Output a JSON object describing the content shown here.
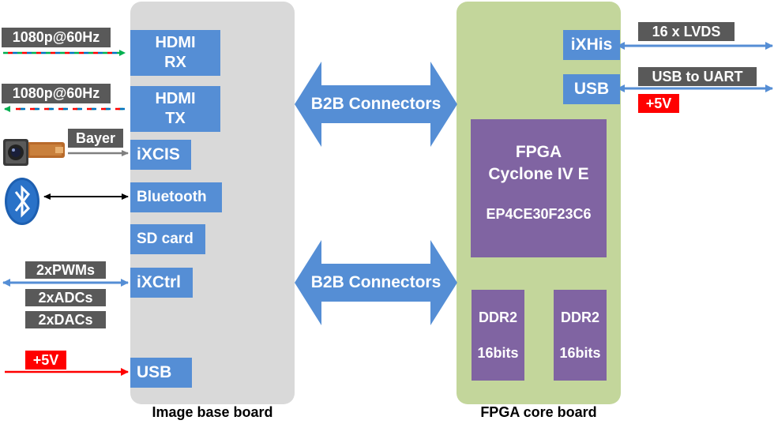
{
  "boards": {
    "base_label": "Image base board",
    "core_label": "FPGA core board"
  },
  "base_blocks": {
    "hdmi_rx_line1": "HDMI",
    "hdmi_rx_line2": "RX",
    "hdmi_tx_line1": "HDMI",
    "hdmi_tx_line2": "TX",
    "ixcis": "iXCIS",
    "bluetooth": "Bluetooth",
    "sd_card": "SD card",
    "ixctrl": "iXCtrl",
    "usb": "USB"
  },
  "core_blocks": {
    "ixhis": "iXHis",
    "usb": "USB",
    "fpga_line1": "FPGA",
    "fpga_line2": "Cyclone IV E",
    "fpga_part": "EP4CE30F23C6",
    "ddr2_a_line1": "DDR2",
    "ddr2_a_line2": "16bits",
    "ddr2_b_line1": "DDR2",
    "ddr2_b_line2": "16bits"
  },
  "connectors": {
    "top": "B2B Connectors",
    "bottom": "B2B Connectors"
  },
  "signal_tags": {
    "hdmi_in": "1080p@60Hz",
    "hdmi_out": "1080p@60Hz",
    "bayer": "Bayer",
    "pwms": "2xPWMs",
    "adcs": "2xADCs",
    "dacs": "2xDACs",
    "power_in": "+5V",
    "lvds": "16 x LVDS",
    "usb_uart": "USB to UART",
    "power_out": "+5V"
  },
  "icons": {
    "camera": "camera-module-icon",
    "bluetooth": "bluetooth-icon"
  },
  "colors": {
    "base_board": "#d9d9d9",
    "core_board": "#c3d69b",
    "block_blue": "#558ed5",
    "fpga_purple": "#8064a2",
    "tag_gray": "#595959",
    "power_red": "#ff0000"
  }
}
